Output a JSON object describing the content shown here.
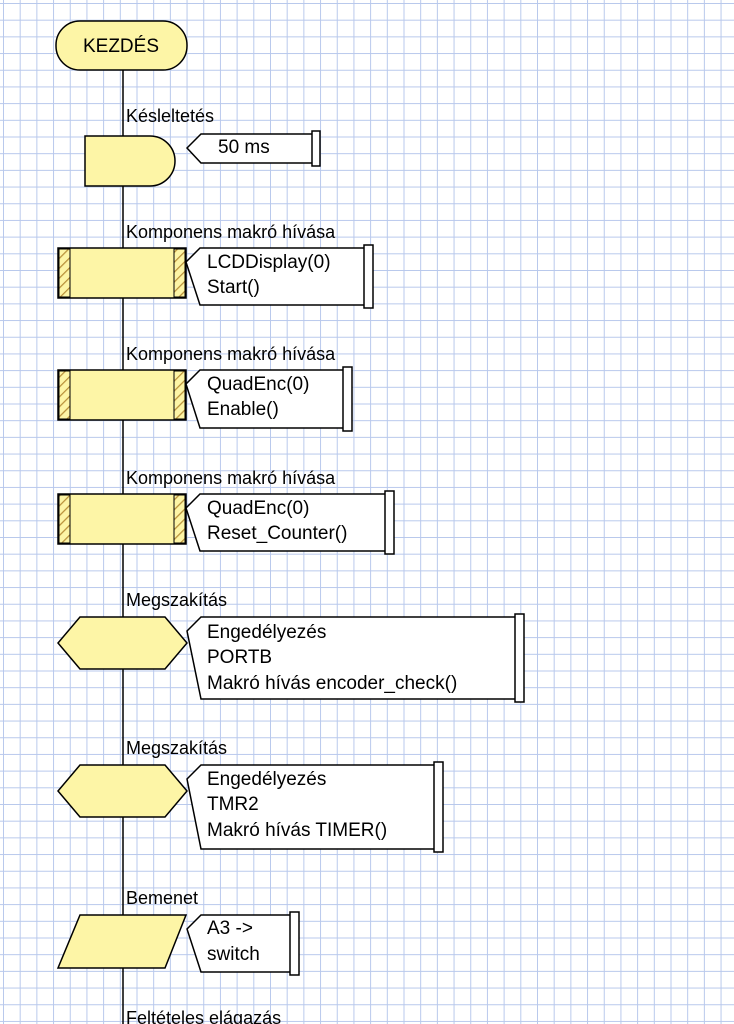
{
  "flowchart": {
    "start": {
      "label": "KEZDÉS"
    },
    "steps": [
      {
        "type": "delay",
        "title": "Késleltetés",
        "lines": [
          "50 ms"
        ]
      },
      {
        "type": "component",
        "title": "Komponens makró hívása",
        "lines": [
          "LCDDisplay(0)",
          "Start()"
        ]
      },
      {
        "type": "component",
        "title": "Komponens makró hívása",
        "lines": [
          "QuadEnc(0)",
          "Enable()"
        ]
      },
      {
        "type": "component",
        "title": "Komponens makró hívása",
        "lines": [
          "QuadEnc(0)",
          "Reset_Counter()"
        ]
      },
      {
        "type": "interrupt",
        "title": "Megszakítás",
        "lines": [
          "Engedélyezés",
          "PORTB",
          "Makró hívás encoder_check()"
        ]
      },
      {
        "type": "interrupt",
        "title": "Megszakítás",
        "lines": [
          "Engedélyezés",
          "TMR2",
          "Makró hívás TIMER()"
        ]
      },
      {
        "type": "input",
        "title": "Bemenet",
        "lines": [
          "A3 ->",
          "switch"
        ]
      },
      {
        "type": "decision",
        "title": "Feltételes elágazás",
        "lines": []
      }
    ]
  },
  "colors": {
    "shape_fill": "#fdf5a6",
    "grid_line": "#b8c8ec",
    "hatch": "#c9a14a"
  }
}
